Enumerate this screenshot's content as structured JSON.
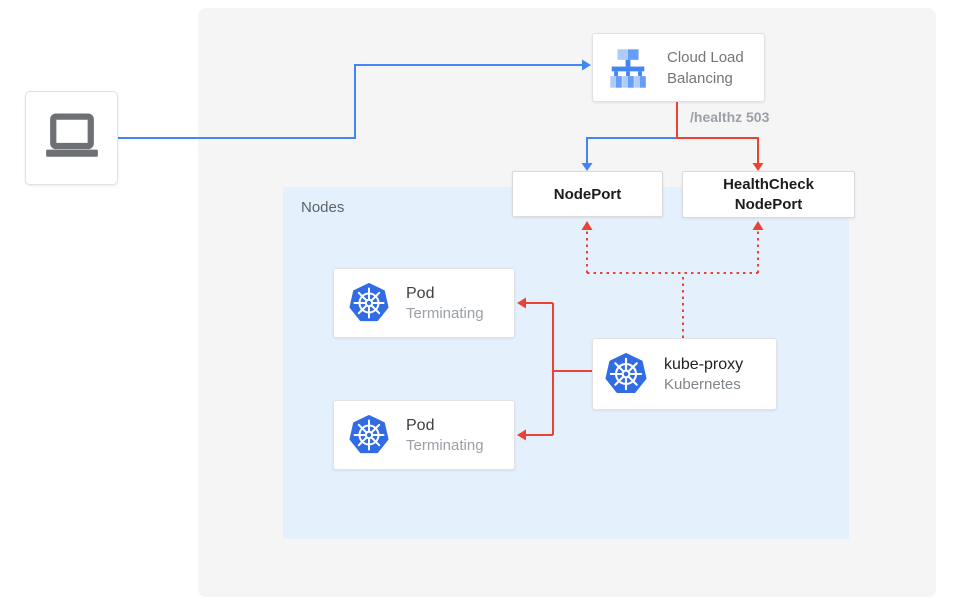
{
  "nodes_region": {
    "label": "Nodes"
  },
  "client": {
    "icon": "laptop-icon"
  },
  "cloud_load_balancing": {
    "title": "Cloud Load Balancing",
    "icon": "load-balancer-icon"
  },
  "edges": {
    "healthz_label": "/healthz 503"
  },
  "nodeport": {
    "label": "NodePort"
  },
  "healthcheck_nodeport": {
    "label": "HealthCheck NodePort"
  },
  "pods": [
    {
      "title": "Pod",
      "status": "Terminating",
      "icon": "kubernetes-icon"
    },
    {
      "title": "Pod",
      "status": "Terminating",
      "icon": "kubernetes-icon"
    }
  ],
  "kube_proxy": {
    "title": "kube-proxy",
    "subtitle": "Kubernetes",
    "icon": "kubernetes-icon"
  },
  "colors": {
    "traffic_blue": "#4285f4",
    "traffic_red": "#ea4335",
    "nodes_region_bg": "#e4f1fc",
    "panel_bg": "#f5f5f6",
    "kubernetes_blue": "#326ce5",
    "muted_label_gray": "#9aa0a6"
  }
}
